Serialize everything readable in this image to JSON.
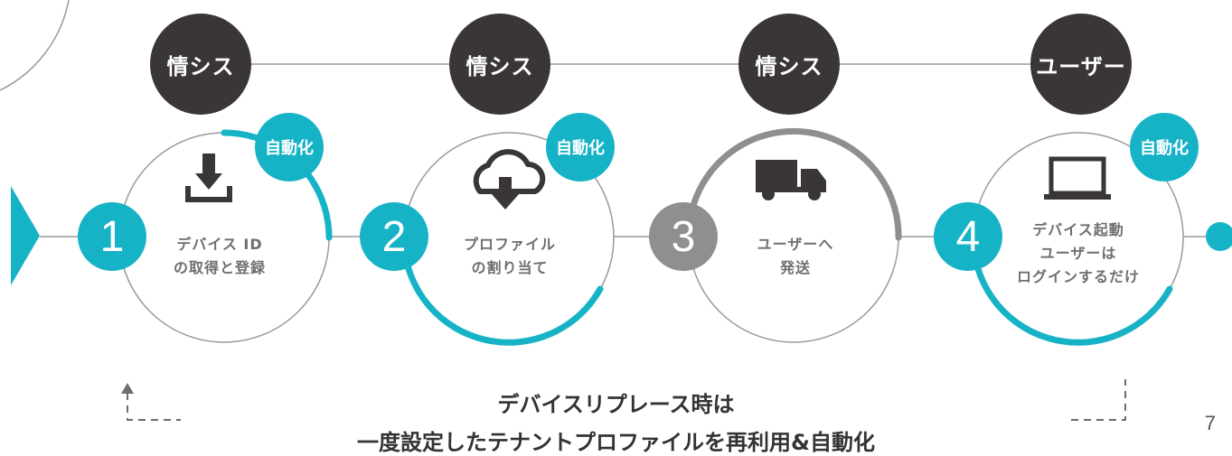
{
  "roles": [
    "情シス",
    "情シス",
    "情シス",
    "ユーザー"
  ],
  "automation_badge": "自動化",
  "steps": [
    {
      "number": "1",
      "label_line1": "デバイス ID",
      "label_line2": "の取得と登録",
      "icon": "download-icon"
    },
    {
      "number": "2",
      "label_line1": "プロファイル",
      "label_line2": "の割り当て",
      "icon": "cloud-download-icon"
    },
    {
      "number": "3",
      "label_line1": "ユーザーへ",
      "label_line2": "発送",
      "icon": "truck-icon"
    },
    {
      "number": "4",
      "label_line1": "デバイス起動",
      "label_line2": "ユーザーは",
      "label_line3": "ログインするだけ",
      "icon": "laptop-icon"
    }
  ],
  "caption": {
    "line1": "デバイスリプレース時は",
    "line2": "一度設定したテナントプロファイルを再利用&自動化"
  },
  "page_number": "7",
  "colors": {
    "accent": "#16b3c7",
    "dark": "#3a3637",
    "gray": "#8f8f8f",
    "line": "#9a9a9a"
  }
}
